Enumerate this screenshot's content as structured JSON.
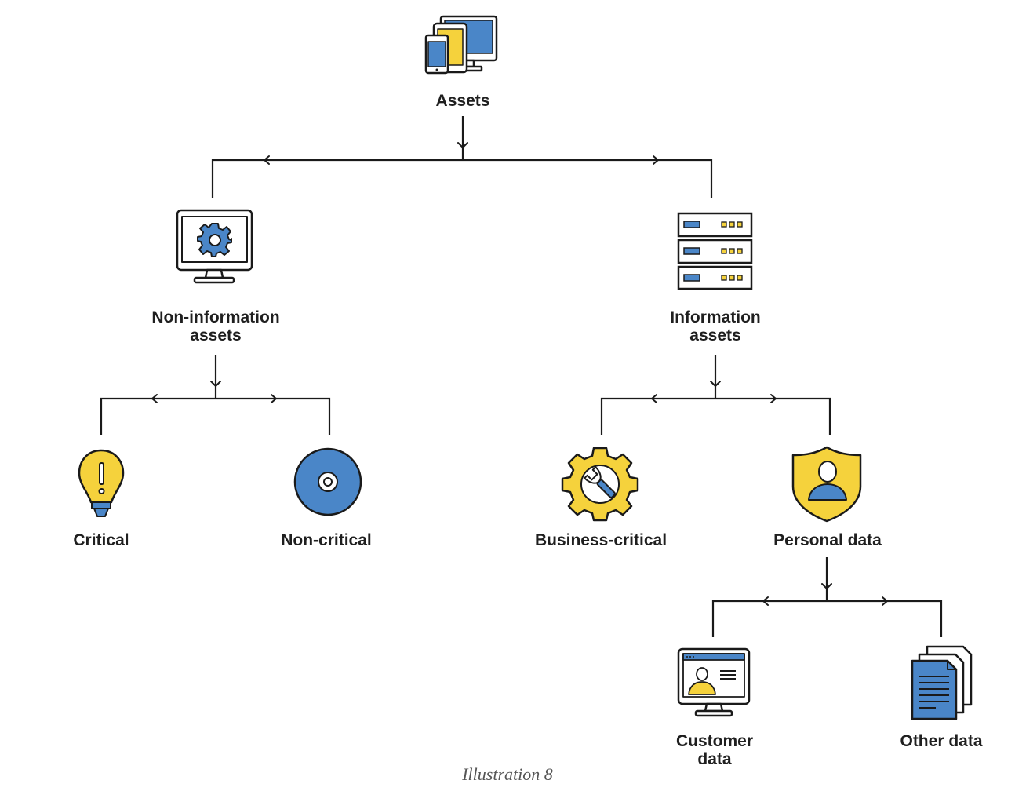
{
  "nodes": {
    "assets": "Assets",
    "non_information_assets": [
      "Non-information",
      "assets"
    ],
    "information_assets": [
      "Information",
      "assets"
    ],
    "critical": "Critical",
    "non_critical": "Non-critical",
    "business_critical": "Business-critical",
    "personal_data": "Personal data",
    "customer_data": [
      "Customer",
      "data"
    ],
    "other_data": "Other data"
  },
  "caption": "Illustration 8",
  "colors": {
    "blue": "#4a86c8",
    "yellow": "#f5d23c",
    "outline": "#1a1a1a"
  },
  "icons": {
    "assets": "devices-icon",
    "non_information_assets": "monitor-gear-icon",
    "information_assets": "server-rack-icon",
    "critical": "lightbulb-alert-icon",
    "non_critical": "disc-icon",
    "business_critical": "gear-wrench-icon",
    "personal_data": "shield-user-icon",
    "customer_data": "monitor-profile-icon",
    "other_data": "documents-icon"
  }
}
